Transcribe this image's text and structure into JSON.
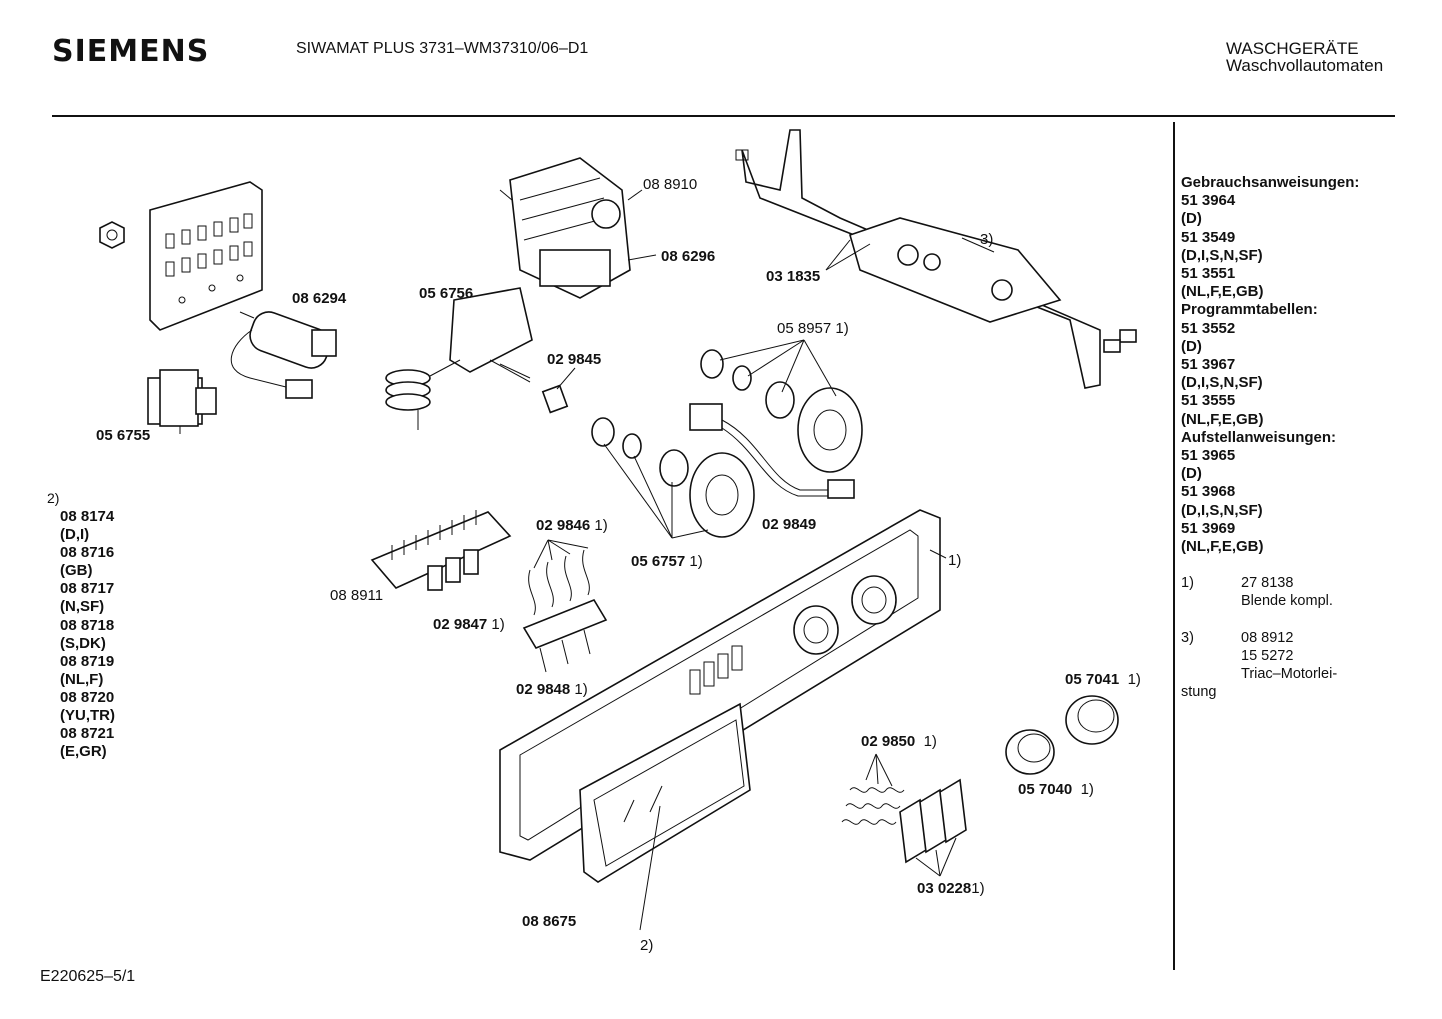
{
  "header": {
    "brand": "SIEMENS",
    "model": "SIWAMAT PLUS 3731–WM37310/06–D1",
    "category_line1": "WASCHGERÄTE",
    "category_line2": "Waschvollautomaten"
  },
  "footer": {
    "code": "E220625–5/1"
  },
  "sidebar": {
    "documents": [
      {
        "text": "Gebrauchsanweisungen:",
        "bold": true
      },
      {
        "text": "51 3964",
        "bold": true
      },
      {
        "text": "(D)",
        "bold": true
      },
      {
        "text": "51 3549",
        "bold": true
      },
      {
        "text": "(D,I,S,N,SF)",
        "bold": true
      },
      {
        "text": "51 3551",
        "bold": true
      },
      {
        "text": "(NL,F,E,GB)",
        "bold": true
      },
      {
        "text": "Programmtabellen:",
        "bold": true
      },
      {
        "text": "51 3552",
        "bold": true
      },
      {
        "text": "(D)",
        "bold": true
      },
      {
        "text": "51 3967",
        "bold": true
      },
      {
        "text": "(D,I,S,N,SF)",
        "bold": true
      },
      {
        "text": "51 3555",
        "bold": true
      },
      {
        "text": "(NL,F,E,GB)",
        "bold": true
      },
      {
        "text": "Aufstellanweisungen:",
        "bold": true
      },
      {
        "text": "51 3965",
        "bold": true
      },
      {
        "text": "(D)",
        "bold": true
      },
      {
        "text": "51 3968",
        "bold": true
      },
      {
        "text": "(D,I,S,N,SF)",
        "bold": true
      },
      {
        "text": "51 3969",
        "bold": true
      },
      {
        "text": "(NL,F,E,GB)",
        "bold": true
      }
    ],
    "notes": {
      "n1": "1)",
      "n1_l1": "27 8138",
      "n1_l2": "Blende kompl.",
      "n3": "3)",
      "n3_l1": "08 8912",
      "n3_l2": "15 5272",
      "n3_l3": "Triac–Motorlei-",
      "n3_l4": "stung"
    }
  },
  "variants": {
    "marker": "2)",
    "items": [
      "08 8174",
      "(D,I)",
      "08 8716",
      "(GB)",
      "08 8717",
      "(N,SF)",
      "08 8718",
      "(S,DK)",
      "08 8719",
      "(NL,F)",
      "08 8720",
      "(YU,TR)",
      "08 8721",
      "(E,GR)"
    ]
  },
  "parts": {
    "p088910": "08 8910",
    "p086296": "08 6296",
    "p031835": "03 1835",
    "p3": "3)",
    "p086294": "08 6294",
    "p056756": "05 6756",
    "p056755": "05 6755",
    "p029845": "02 9845",
    "p058957": "05 8957",
    "p058957n": "1)",
    "p029846": "02 9846",
    "p029846n": "1)",
    "p056757": "05 6757",
    "p056757n": "1)",
    "p029849": "02 9849",
    "p088911": "08 8911",
    "p029847": "02 9847",
    "p029847n": "1)",
    "p1panel": "1)",
    "p029848": "02 9848",
    "p029848n": "1)",
    "p057041": "05 7041",
    "p057041n": "1)",
    "p029850": "02 9850",
    "p029850n": "1)",
    "p057040": "05 7040",
    "p057040n": "1)",
    "p030228": "03 0228",
    "p030228n": "1)",
    "p088675": "08 8675",
    "p2door": "2)"
  }
}
